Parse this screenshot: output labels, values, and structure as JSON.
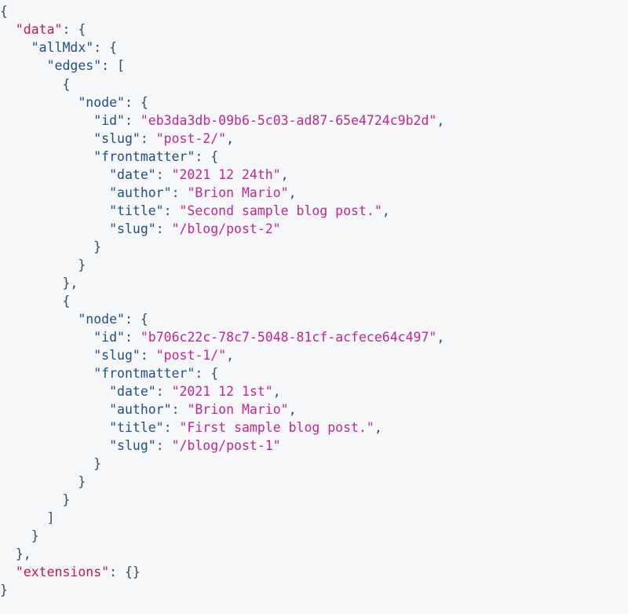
{
  "colors": {
    "background": "#f6f7f9",
    "top_level_key": "#c7174e",
    "key": "#1f4e8a",
    "string": "#c2268f",
    "punctuation": "#3d4a5a"
  },
  "response": {
    "keys": {
      "data": "\"data\"",
      "allMdx": "\"allMdx\"",
      "edges": "\"edges\"",
      "extensions": "\"extensions\""
    },
    "edges": [
      {
        "node_key": "\"node\"",
        "id_key": "\"id\"",
        "id": "\"eb3da3db-09b6-5c03-ad87-65e4724c9b2d\"",
        "slug_key": "\"slug\"",
        "slug": "\"post-2/\"",
        "frontmatter_key": "\"frontmatter\"",
        "frontmatter": {
          "date_key": "\"date\"",
          "date": "\"2021 12 24th\"",
          "author_key": "\"author\"",
          "author": "\"Brion Mario\"",
          "title_key": "\"title\"",
          "title": "\"Second sample blog post.\"",
          "slug_key": "\"slug\"",
          "slug": "\"/blog/post-2\""
        }
      },
      {
        "node_key": "\"node\"",
        "id_key": "\"id\"",
        "id": "\"b706c22c-78c7-5048-81cf-acfece64c497\"",
        "slug_key": "\"slug\"",
        "slug": "\"post-1/\"",
        "frontmatter_key": "\"frontmatter\"",
        "frontmatter": {
          "date_key": "\"date\"",
          "date": "\"2021 12 1st\"",
          "author_key": "\"author\"",
          "author": "\"Brion Mario\"",
          "title_key": "\"title\"",
          "title": "\"First sample blog post.\"",
          "slug_key": "\"slug\"",
          "slug": "\"/blog/post-1\""
        }
      }
    ],
    "extensions_value": "{}"
  }
}
